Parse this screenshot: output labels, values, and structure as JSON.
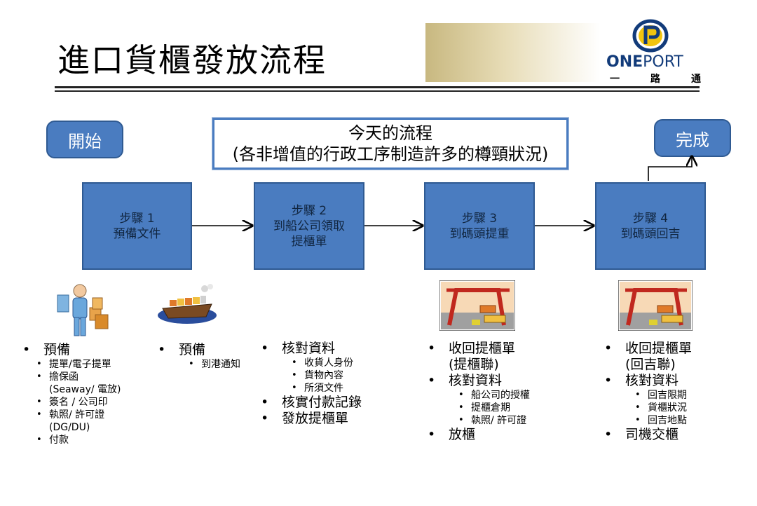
{
  "slide": {
    "title": "進口貨櫃發放流程",
    "logo_sub": [
      "一",
      "路",
      "通"
    ]
  },
  "logo": {
    "word_bold": "ONE",
    "word_light": "PORT"
  },
  "start_label": "開始",
  "end_label": "完成",
  "callout": {
    "line1": "今天的流程",
    "line2": "(各非增值的行政工序制造許多的樽頸狀況)"
  },
  "steps": [
    {
      "line1": "步驟 1",
      "line2": "預備文件",
      "line3": ""
    },
    {
      "line1": "步驟 2",
      "line2": "到船公司領取",
      "line3": "提櫃單"
    },
    {
      "line1": "步驟 3",
      "line2": "到碼頭提重",
      "line3": ""
    },
    {
      "line1": "步驟 4",
      "line2": "到碼頭回吉",
      "line3": ""
    }
  ],
  "col1": {
    "head": "預備",
    "items": [
      "提單/電子提單",
      "擔保函",
      "(Seaway/ 電放)",
      "簽名 / 公司印",
      "執照/ 許可證",
      "(DG/DU)",
      "付款"
    ]
  },
  "col2": {
    "head": "預備",
    "items": [
      "到港通知"
    ]
  },
  "col3": {
    "b1": "核對資料",
    "sub": [
      "收貨人身份",
      "貨物內容",
      "所須文件"
    ],
    "b2": "核實付款記錄",
    "b3": "發放提櫃單"
  },
  "col4": {
    "b1a": "收回提櫃單",
    "b1b": "(提櫃聯)",
    "b2": "核對資料",
    "sub": [
      "船公司的授權",
      "提櫃倉期",
      "執照/ 許可證"
    ],
    "b3": "放櫃"
  },
  "col5": {
    "b1a": "收回提櫃單",
    "b1b": "(回吉聯)",
    "b2": "核對資料",
    "sub": [
      "回吉限期",
      "貨櫃狀況",
      "回吉地點"
    ],
    "b3": "司機交櫃"
  },
  "colors": {
    "accent": "#4a7cc0",
    "border": "#2f5a92",
    "gold": "#d9c58a",
    "logo_blue": "#123b7a"
  },
  "icons": [
    "person-documents-icon",
    "cargo-ship-icon",
    "container-crane-icon",
    "container-crane-icon",
    "oneport-logo-icon"
  ]
}
